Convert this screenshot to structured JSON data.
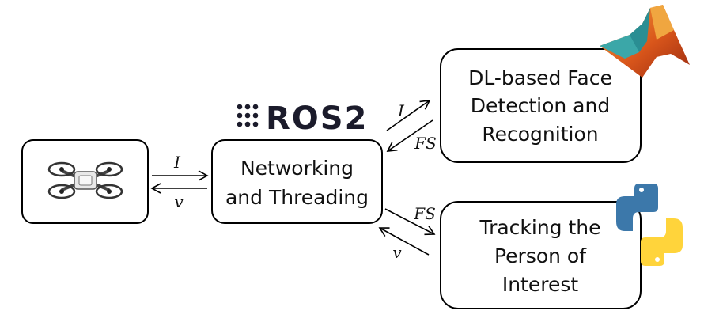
{
  "logos": {
    "ros": {
      "text": "ROS2",
      "icon": "ros-dots-icon"
    },
    "matlab": {
      "icon": "matlab-logo-icon"
    },
    "python": {
      "icon": "python-logo-icon"
    }
  },
  "nodes": {
    "drone": {
      "icon": "drone-icon"
    },
    "networking": {
      "lines": [
        "Networking",
        "and Threading"
      ]
    },
    "face": {
      "lines": [
        "DL-based Face",
        "Detection and",
        "Recognition"
      ]
    },
    "tracking": {
      "lines": [
        "Tracking the",
        "Person of",
        "Interest"
      ]
    }
  },
  "edges": {
    "drone_to_net": "I",
    "net_to_drone": "v",
    "net_to_face": "I",
    "face_to_net": "FS",
    "net_to_track": "FS",
    "track_to_net": "v"
  },
  "colors": {
    "stroke": "#000000",
    "matlab_orange": "#e2701c",
    "matlab_teal": "#3ba7a8",
    "python_blue": "#3c78aa",
    "python_yellow": "#ffd43b"
  }
}
